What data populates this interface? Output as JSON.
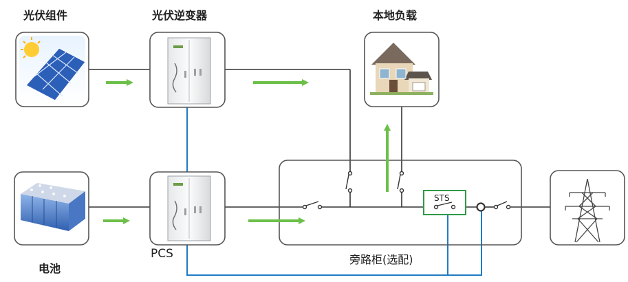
{
  "labels": {
    "pv_modules": "光伏组件",
    "pv_inverter": "光伏逆变器",
    "local_load": "本地负载",
    "battery": "电池",
    "pcs": "PCS",
    "bypass_cabinet": "旁路柜(选配)",
    "sts": "STS"
  },
  "icons": {
    "pv_modules": "solar-panel-icon",
    "pv_inverter": "inverter-cabinet-icon",
    "local_load": "house-icon",
    "battery": "battery-pack-icon",
    "pcs": "inverter-cabinet-icon",
    "grid": "power-tower-icon"
  },
  "colors": {
    "ac_line": "#333333",
    "dc_line": "#1e7bc4",
    "flow_arrow": "#6cc04a",
    "sts_box": "#2e9a46",
    "box_border": "#555555"
  }
}
